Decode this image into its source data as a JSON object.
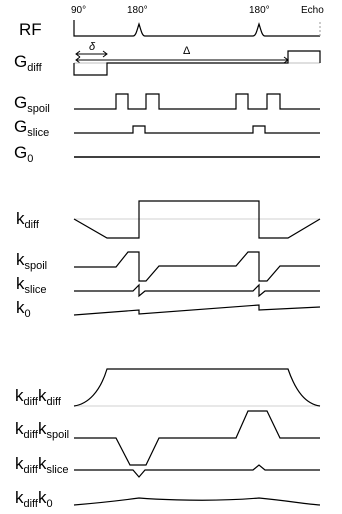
{
  "rf": {
    "label": "RF",
    "pulse_90": "90°",
    "pulse_180_a": "180°",
    "pulse_180_b": "180°",
    "echo": "Echo"
  },
  "timing": {
    "delta_small": "δ",
    "delta_big": "Δ"
  },
  "gradients": {
    "diff": {
      "base": "G",
      "sub": "diff"
    },
    "spoil": {
      "base": "G",
      "sub": "spoil"
    },
    "slice": {
      "base": "G",
      "sub": "slice"
    },
    "zero": {
      "base": "G",
      "sub": "0"
    }
  },
  "k_space": {
    "diff": {
      "base": "k",
      "sub": "diff"
    },
    "spoil": {
      "base": "k",
      "sub": "spoil"
    },
    "slice": {
      "base": "k",
      "sub": "slice"
    },
    "zero": {
      "base": "k",
      "sub": "0"
    }
  },
  "cross_terms": {
    "diff_diff": {
      "base1": "k",
      "sub1": "diff",
      "base2": "k",
      "sub2": "diff"
    },
    "diff_spoil": {
      "base1": "k",
      "sub1": "diff",
      "base2": "k",
      "sub2": "spoil"
    },
    "diff_slice": {
      "base1": "k",
      "sub1": "diff",
      "base2": "k",
      "sub2": "slice"
    },
    "diff_zero": {
      "base1": "k",
      "sub1": "diff",
      "base2": "k",
      "sub2": "0"
    }
  },
  "colors": {
    "trace": "#000000",
    "baseline": "#bfbfbf",
    "marker": "#9a9a9a"
  }
}
